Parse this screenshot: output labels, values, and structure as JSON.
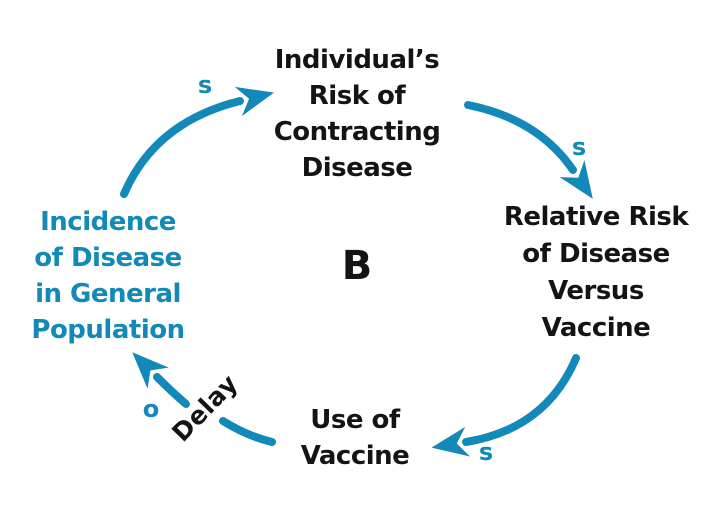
{
  "diagram": {
    "type": "causal-loop-diagram",
    "loop_label": "B",
    "colors": {
      "accent": "#1289b8",
      "text": "#141414",
      "background": "#ffffff"
    },
    "nodes": [
      {
        "id": "individual-risk",
        "label": "Individual’s Risk of Contracting Disease",
        "lines": [
          "Individual’s",
          "Risk of",
          "Contracting",
          "Disease"
        ]
      },
      {
        "id": "relative-risk",
        "label": "Relative Risk of Disease Versus Vaccine",
        "lines": [
          "Relative Risk",
          "of Disease",
          "Versus",
          "Vaccine"
        ]
      },
      {
        "id": "use-of-vaccine",
        "label": "Use of Vaccine",
        "lines": [
          "Use of",
          "Vaccine"
        ]
      },
      {
        "id": "incidence",
        "label": "Incidence of Disease in General Population",
        "lines": [
          "Incidence",
          "of Disease",
          "in General",
          "Population"
        ]
      }
    ],
    "links": [
      {
        "from": "incidence",
        "to": "individual-risk",
        "polarity": "s"
      },
      {
        "from": "individual-risk",
        "to": "relative-risk",
        "polarity": "s"
      },
      {
        "from": "relative-risk",
        "to": "use-of-vaccine",
        "polarity": "s"
      },
      {
        "from": "use-of-vaccine",
        "to": "incidence",
        "polarity": "o",
        "delay_label": "Delay"
      }
    ]
  }
}
